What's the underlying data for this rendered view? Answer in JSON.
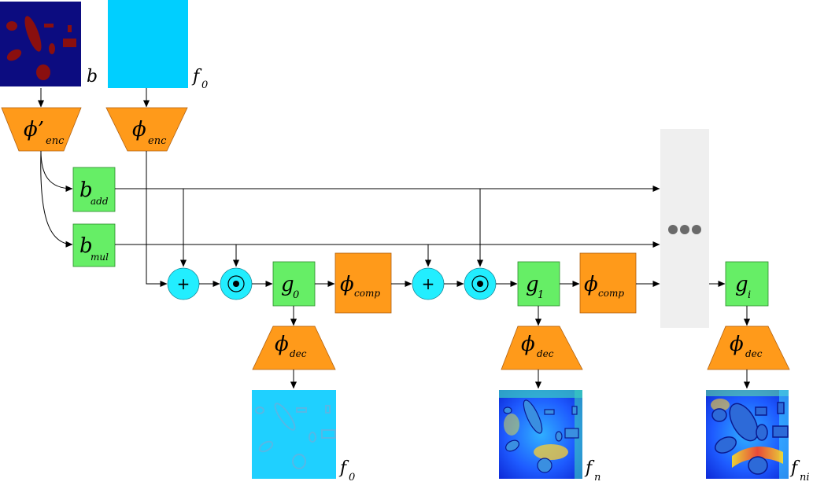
{
  "inputs": {
    "b": {
      "label": "b",
      "colors": {
        "background": "#0c0c80",
        "shapes": "#8a0f0f"
      }
    },
    "f0": {
      "label": "f",
      "subscript": "0",
      "color": "#00cfff"
    }
  },
  "encoders": {
    "enc_b": {
      "symbol": "ϕ’",
      "subscript": "enc"
    },
    "enc_f": {
      "symbol": "ϕ",
      "subscript": "enc"
    }
  },
  "blocks": {
    "b_add": {
      "symbol": "b",
      "subscript": "add"
    },
    "b_mul": {
      "symbol": "b",
      "subscript": "mul"
    },
    "g0": {
      "symbol": "g",
      "subscript": "0"
    },
    "g1": {
      "symbol": "g",
      "subscript": "1"
    },
    "gi": {
      "symbol": "g",
      "subscript": "i"
    },
    "comp1": {
      "symbol": "ϕ",
      "subscript": "comp"
    },
    "comp2": {
      "symbol": "ϕ",
      "subscript": "comp"
    }
  },
  "operators": {
    "add": "+"
  },
  "decoders": [
    {
      "symbol": "ϕ",
      "subscript": "dec"
    },
    {
      "symbol": "ϕ",
      "subscript": "dec"
    },
    {
      "symbol": "ϕ",
      "subscript": "dec"
    }
  ],
  "outputs": [
    {
      "label": "f",
      "subscript": "0"
    },
    {
      "label": "f",
      "subscript": "n"
    },
    {
      "label": "f",
      "subscript": "ni"
    }
  ],
  "colors": {
    "encoder": "#ff9a1a",
    "block_green": "#66ee66",
    "operator": "#22eeff",
    "continuation": "#efefef",
    "dots": "#6a6a6a"
  }
}
